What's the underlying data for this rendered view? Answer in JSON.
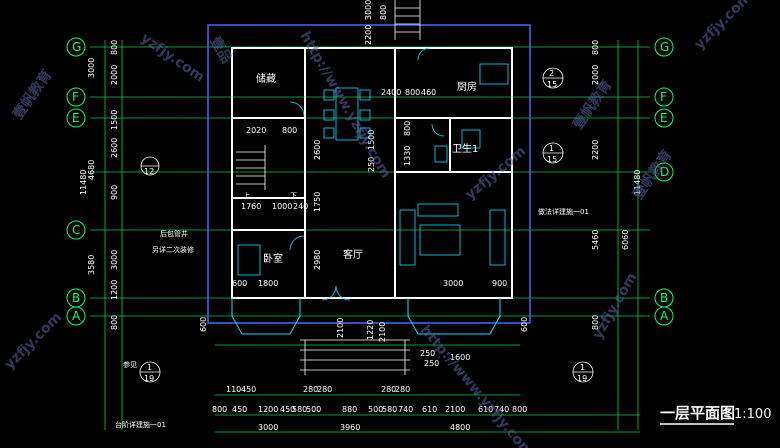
{
  "title": "一层平面图",
  "scale": "1:100",
  "grid_axes": [
    "G",
    "F",
    "E",
    "D",
    "C",
    "B",
    "A"
  ],
  "rooms": {
    "storage": "储藏",
    "kitchen": "厨房",
    "bathroom": "卫生1",
    "bedroom": "卧室",
    "living": "客厅",
    "up": "上",
    "down": "下"
  },
  "notes": {
    "detail_right": "做法详建施一01",
    "detail_bottom": "台阶详建施一01",
    "see": "参见",
    "post_a": "后包管井",
    "post_b": "另详二次装修"
  },
  "detail_refs": {
    "ref_2_15": {
      "num": "2",
      "sheet": "15"
    },
    "ref_1_15": {
      "num": "1",
      "sheet": "15"
    },
    "ref_12": {
      "num": "",
      "sheet": "12"
    },
    "ref_1_19_left": {
      "num": "1",
      "sheet": "19"
    },
    "ref_1_19_right": {
      "num": "1",
      "sheet": "19"
    }
  },
  "left_dims_outer": [
    "3000",
    "4680",
    "3580",
    "11480"
  ],
  "left_dims_inner": [
    "800",
    "2000",
    "1500",
    "2600",
    "900",
    "3000",
    "1200",
    "800"
  ],
  "right_dims": [
    "800",
    "2000",
    "2200",
    "11480",
    "6060",
    "5460",
    "800"
  ],
  "top_dims": [
    "2200",
    "3000",
    "800",
    "2400",
    "800",
    "460"
  ],
  "inner_dims": [
    "2020",
    "800",
    "1760",
    "1000",
    "240",
    "1750",
    "2600",
    "2980",
    "1500",
    "250",
    "1330",
    "800",
    "600",
    "1800",
    "3000",
    "900"
  ],
  "bottom_dims_row1": [
    "600",
    "2100",
    "1220",
    "2100",
    "1600",
    "250",
    "600"
  ],
  "bottom_dims_row2": [
    "110",
    "450",
    "280",
    "280",
    "280",
    "280",
    "250"
  ],
  "bottom_dims_row3": [
    "800",
    "450",
    "1200",
    "450",
    "580",
    "500",
    "880",
    "500",
    "580",
    "740",
    "610",
    "2100",
    "610",
    "740",
    "800"
  ],
  "bottom_dims_row4": [
    "3000",
    "3960",
    "4800"
  ],
  "watermark": [
    "壹品",
    "yzfjy.com",
    "壹帆教育",
    "http://www.yzfjy.com"
  ]
}
